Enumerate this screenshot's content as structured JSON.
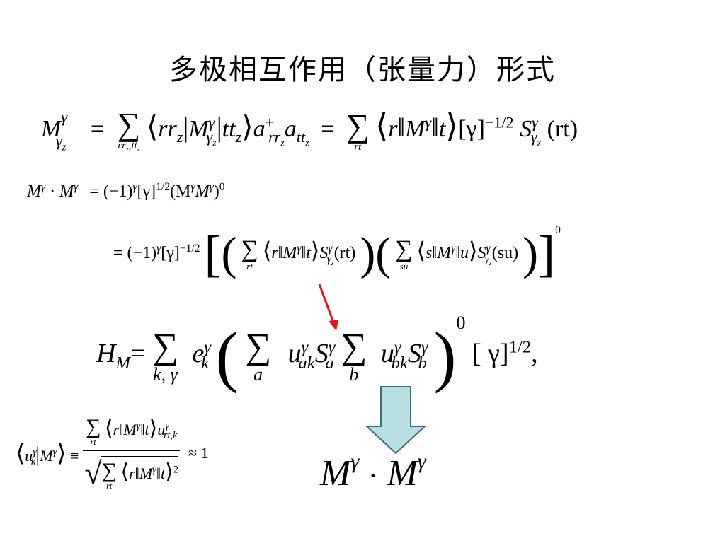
{
  "title": "多极相互作用（张量力）形式",
  "eq1": {
    "lhs": "M",
    "sum1_limits": "rr",
    "sum1_limits_b": ",tt",
    "eq_sign": "=",
    "reduced": "[γ]",
    "power": "−1/2",
    "tail": "(rt)",
    "sum2_limits": "rt"
  },
  "eq2": {
    "lhs_dot": "·",
    "rhs1": "= (−1)",
    "rhs2": "[γ]",
    "rhs_pow": "1/2",
    "rhs_tail": "(M",
    "zero": "0"
  },
  "eq3": {
    "prefix": "= (−1)",
    "gamma_bracket": "[γ]",
    "pow": "−1/2",
    "sum_a": "rt",
    "sum_b": "su",
    "tail_a": "(rt)",
    "tail_b": "(su)",
    "zero": "0"
  },
  "eq4": {
    "H": "H",
    "sub_M": "M",
    "eq": "=",
    "lim_kg": "k, γ",
    "lim_a": "a",
    "lim_b": "b",
    "gamma_tail": "[ γ]",
    "pow": "1/2",
    "comma": ",",
    "zero": "0"
  },
  "eq5": {
    "approx": "≈ 1",
    "num_lim": "rt",
    "den_lim": "rt"
  },
  "eq6": {
    "text_M": "M",
    "dot": "·"
  },
  "colors": {
    "red_arrow": "#e8141b",
    "big_arrow_fill": "#b8dfe0",
    "big_arrow_stroke": "#3c6e80"
  }
}
